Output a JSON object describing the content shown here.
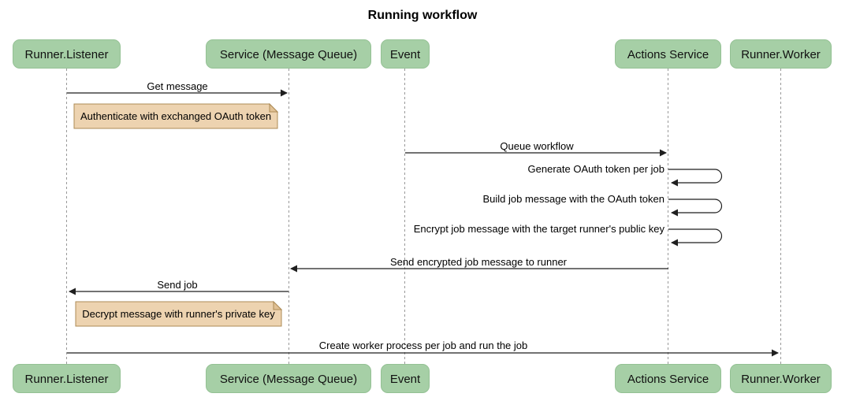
{
  "title": "Running workflow",
  "diagram_type": "sequence-diagram",
  "participants": [
    {
      "name": "Runner.Listener"
    },
    {
      "name": "Service (Message Queue)"
    },
    {
      "name": "Event"
    },
    {
      "name": "Actions Service"
    },
    {
      "name": "Runner.Worker"
    }
  ],
  "messages": [
    {
      "label": "Get message",
      "from": "Runner.Listener",
      "to": "Service (Message Queue)",
      "type": "solid_arrow"
    },
    {
      "label": "Queue workflow",
      "from": "Event",
      "to": "Actions Service",
      "type": "solid_arrow"
    },
    {
      "label": "Generate OAuth token per job",
      "from": "Actions Service",
      "to": "Actions Service",
      "type": "self_loop"
    },
    {
      "label": "Build job message with the OAuth token",
      "from": "Actions Service",
      "to": "Actions Service",
      "type": "self_loop"
    },
    {
      "label": "Encrypt job message with the target runner's public key",
      "from": "Actions Service",
      "to": "Actions Service",
      "type": "self_loop"
    },
    {
      "label": "Send encrypted job message to runner",
      "from": "Actions Service",
      "to": "Service (Message Queue)",
      "type": "solid_arrow"
    },
    {
      "label": "Send job",
      "from": "Service (Message Queue)",
      "to": "Runner.Listener",
      "type": "solid_arrow"
    },
    {
      "label": "Create worker process per job and run the job",
      "from": "Runner.Listener",
      "to": "Runner.Worker",
      "type": "solid_arrow"
    }
  ],
  "notes": [
    {
      "text": "Authenticate with exchanged OAuth token",
      "position": "right of Runner.Listener"
    },
    {
      "text": "Decrypt message with runner's private key",
      "position": "right of Runner.Listener"
    }
  ],
  "colors": {
    "actor_fill": "#a6cfa6",
    "actor_border": "#94c194",
    "note_fill": "#edd3b0",
    "note_border": "#ad8b56",
    "lifeline": "#999999",
    "arrow": "#1f1f1f",
    "text": "#000000",
    "background": "#ffffff"
  }
}
